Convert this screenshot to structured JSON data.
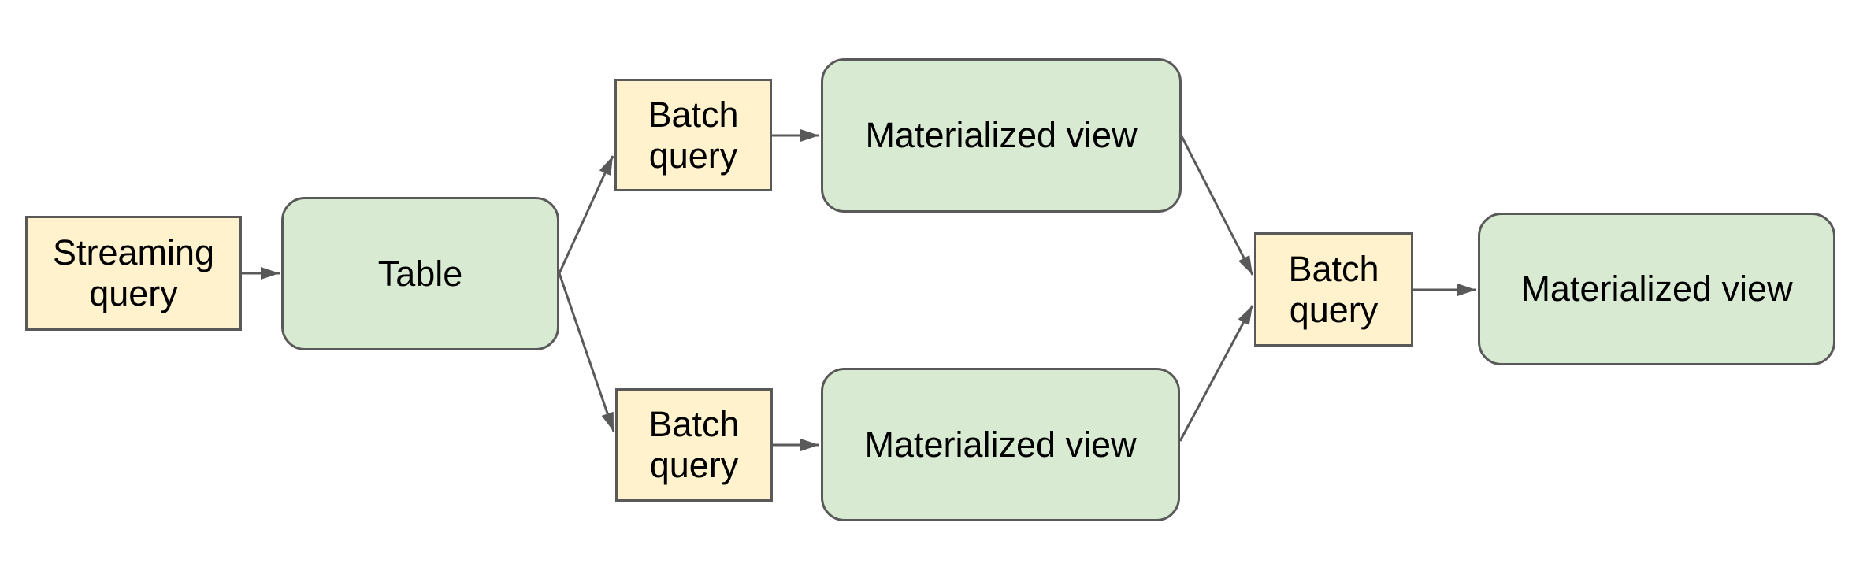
{
  "diagram": {
    "background_color": "#ffffff",
    "colors": {
      "query_box_fill": "#fff2cc",
      "store_box_fill": "#d9ead3",
      "box_border": "#595959",
      "arrow": "#595959",
      "text": "#000000"
    },
    "nodes": [
      {
        "id": "streaming-query",
        "label": "Streaming query",
        "shape": "rectangle",
        "fill": "#fff2cc"
      },
      {
        "id": "table",
        "label": "Table",
        "shape": "rounded-rectangle",
        "fill": "#d9ead3"
      },
      {
        "id": "batch-query-top",
        "label": "Batch query",
        "shape": "rectangle",
        "fill": "#fff2cc"
      },
      {
        "id": "mv-top",
        "label": "Materialized view",
        "shape": "rounded-rectangle",
        "fill": "#d9ead3"
      },
      {
        "id": "batch-query-bottom",
        "label": "Batch query",
        "shape": "rectangle",
        "fill": "#fff2cc"
      },
      {
        "id": "mv-bottom",
        "label": "Materialized view",
        "shape": "rounded-rectangle",
        "fill": "#d9ead3"
      },
      {
        "id": "batch-query-final",
        "label": "Batch query",
        "shape": "rectangle",
        "fill": "#fff2cc"
      },
      {
        "id": "mv-final",
        "label": "Materialized view",
        "shape": "rounded-rectangle",
        "fill": "#d9ead3"
      }
    ],
    "edges": [
      {
        "from": "streaming-query",
        "to": "table"
      },
      {
        "from": "table",
        "to": "batch-query-top"
      },
      {
        "from": "table",
        "to": "batch-query-bottom"
      },
      {
        "from": "batch-query-top",
        "to": "mv-top"
      },
      {
        "from": "batch-query-bottom",
        "to": "mv-bottom"
      },
      {
        "from": "mv-top",
        "to": "batch-query-final"
      },
      {
        "from": "mv-bottom",
        "to": "batch-query-final"
      },
      {
        "from": "batch-query-final",
        "to": "mv-final"
      }
    ]
  }
}
